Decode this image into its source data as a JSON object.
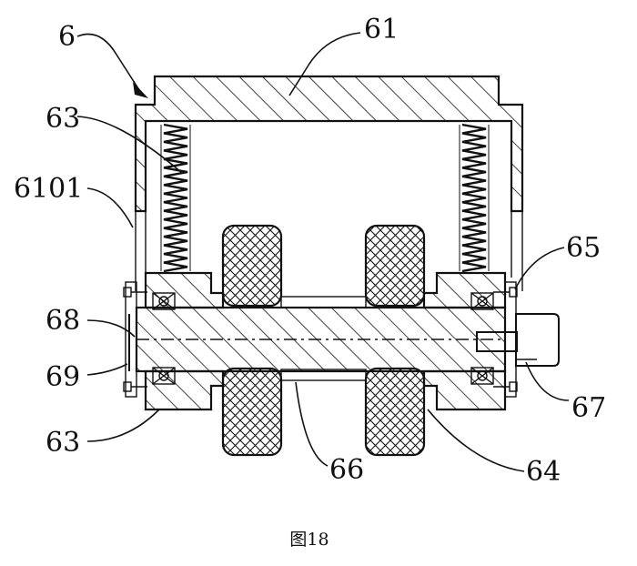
{
  "figure": {
    "caption": "图18",
    "labels": {
      "l6": "6",
      "l61": "61",
      "l63_top": "63",
      "l6101": "6101",
      "l65": "65",
      "l68": "68",
      "l69": "69",
      "l67": "67",
      "l63_bottom": "63",
      "l66": "66",
      "l64": "64"
    }
  }
}
